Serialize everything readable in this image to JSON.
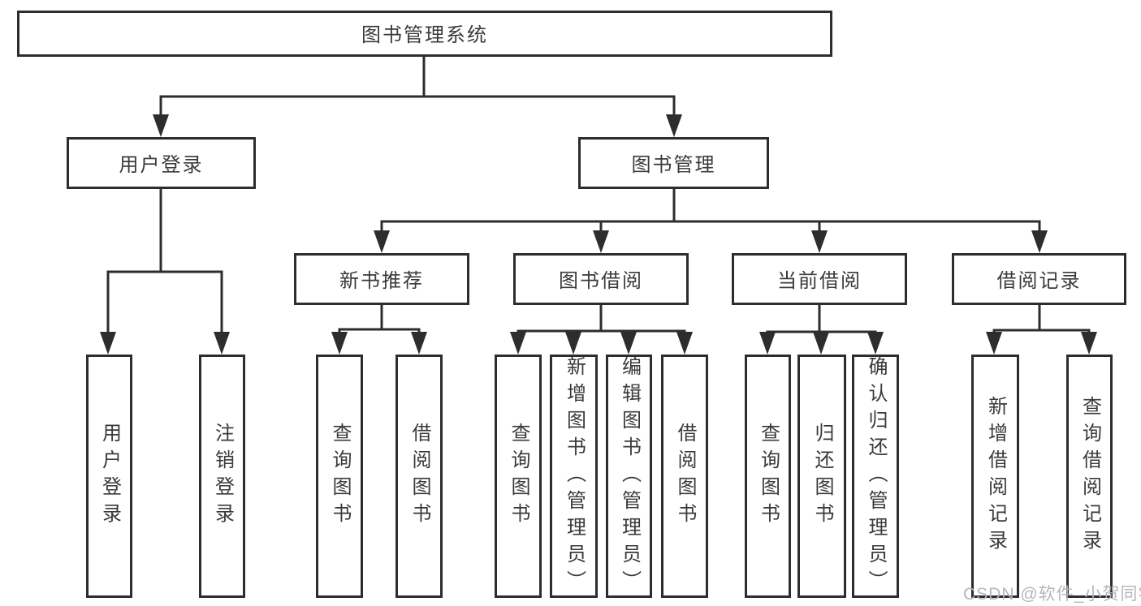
{
  "diagram": {
    "root": {
      "label": "图书管理系统"
    },
    "branches": [
      {
        "label": "用户登录",
        "leaves": [
          "用户登录",
          "注销登录"
        ]
      },
      {
        "label": "图书管理",
        "sections": [
          {
            "label": "新书推荐",
            "leaves": [
              "查询图书",
              "借阅图书"
            ]
          },
          {
            "label": "图书借阅",
            "leaves": [
              "查询图书",
              "新增图书（管理员）",
              "编辑图书（管理员）",
              "借阅图书"
            ]
          },
          {
            "label": "当前借阅",
            "leaves": [
              "查询图书",
              "归还图书",
              "确认归还（管理员）"
            ]
          },
          {
            "label": "借阅记录",
            "leaves": [
              "新增借阅记录",
              "查询借阅记录"
            ]
          }
        ]
      }
    ]
  },
  "watermark": {
    "text": "CSDN @软件_小贺同学"
  },
  "colors": {
    "line": "#2d2d2d",
    "text": "#3a3a3a",
    "box_fill": "#ffffff",
    "watermark": "#b2b2b8",
    "background": "#ffffff"
  }
}
